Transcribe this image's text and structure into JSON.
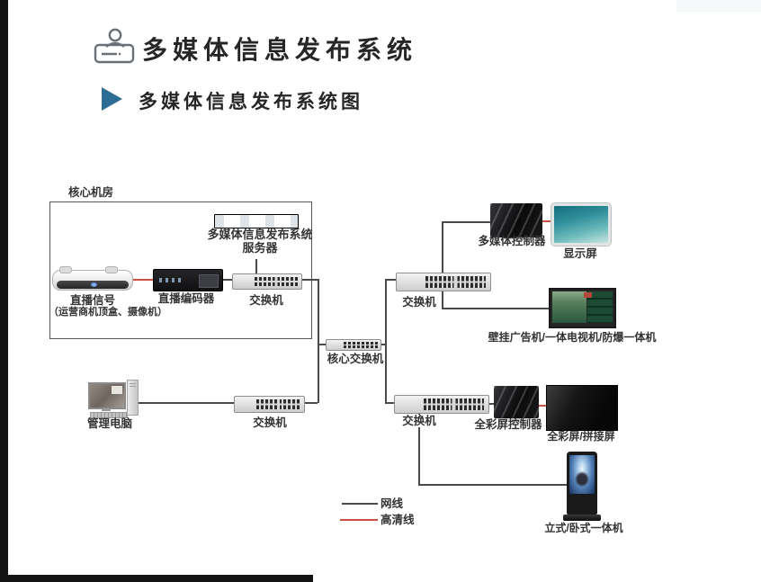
{
  "header": {
    "title": "多媒体信息发布系统",
    "subtitle": "多媒体信息发布系统图"
  },
  "diagram": {
    "core_room_label": "核心机房",
    "nodes": {
      "server": {
        "label1": "多媒体信息发布系统",
        "label2": "服务器"
      },
      "live_signal": {
        "label": "直播信号",
        "sublabel": "（运营商机顶盒、摄像机）"
      },
      "encoder": {
        "label": "直播编码器"
      },
      "room_switch": {
        "label": "交换机"
      },
      "core_switch": {
        "label": "核心交换机"
      },
      "mgmt_pc": {
        "label": "管理电脑"
      },
      "mgmt_switch": {
        "label": "交换机"
      },
      "upper_switch": {
        "label": "交换机"
      },
      "media_controller": {
        "label": "多媒体控制器"
      },
      "display_screen": {
        "label": "显示屏"
      },
      "wall_tv": {
        "label": "壁挂广告机/一体电视机/防爆一体机"
      },
      "lower_switch": {
        "label": "交换机"
      },
      "fullcolor_controller": {
        "label": "全彩屏控制器"
      },
      "fullcolor_screen": {
        "label": "全彩屏/拼接屏"
      },
      "kiosk": {
        "label": "立式/卧式一体机"
      }
    },
    "legend": {
      "network_cable": "网线",
      "hd_cable": "高清线"
    },
    "colors": {
      "network_line": "#4a4a4a",
      "hd_line": "#c94f3f",
      "accent": "#2c6d95"
    }
  }
}
